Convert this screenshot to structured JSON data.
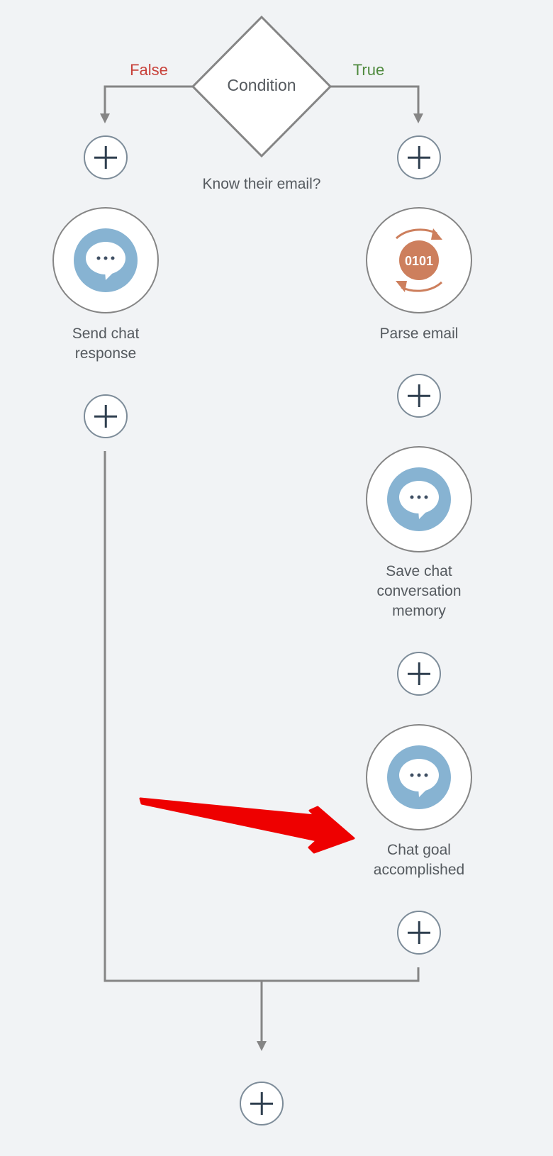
{
  "condition": {
    "label": "Condition",
    "description": "Know their email?",
    "false_label": "False",
    "true_label": "True"
  },
  "false_branch": {
    "steps": [
      {
        "label_lines": [
          "Send chat",
          "response"
        ],
        "icon": "chat-bubble-icon"
      }
    ]
  },
  "true_branch": {
    "steps": [
      {
        "label_lines": [
          "Parse email"
        ],
        "icon": "binary-parse-icon",
        "icon_text": "0101"
      },
      {
        "label_lines": [
          "Save chat",
          "conversation",
          "memory"
        ],
        "icon": "chat-bubble-icon"
      },
      {
        "label_lines": [
          "Chat goal",
          "accomplished"
        ],
        "icon": "chat-bubble-icon"
      }
    ]
  },
  "colors": {
    "false": "#c8413a",
    "true": "#4f8a3e",
    "chat_icon": "#87b3d2",
    "parse_icon": "#cd7f5d",
    "annotation_arrow": "#ee0000",
    "connector": "#858585"
  }
}
